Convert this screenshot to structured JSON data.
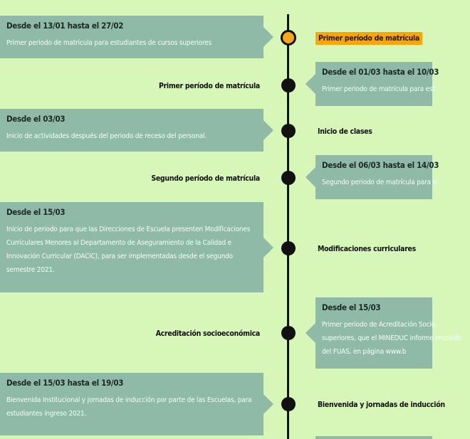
{
  "events": [
    {
      "side": "left",
      "active": true,
      "date": "Desde el 13/01 hasta el 27/02",
      "text": "Primer periodo de matrícula para estudiantes de cursos superiores",
      "label": "Primer período de matrícula"
    },
    {
      "side": "right",
      "active": false,
      "date": "Desde el 01/03 hasta el 10/03",
      "text": "Primer periodo de matrícula para est",
      "label": "Primer período de matrícula"
    },
    {
      "side": "left",
      "active": false,
      "date": "Desde el 03/03",
      "text": "Inicio de actividades después del periodo de receso del personal.",
      "label": "Inicio de clases"
    },
    {
      "side": "right",
      "active": false,
      "date": "Desde el 06/03 hasta el 14/03",
      "text": "Segundo periodo de matrícula para e",
      "label": "Segundo período de matrícula"
    },
    {
      "side": "left",
      "active": false,
      "date": "Desde el 15/03",
      "text": "Inicio de periodo para que las Direcciones de Escuela presenten Modificaciones Curriculares Menores al Departamento de Aseguramiento de la Calidad e Innovación Curricular (DACIC), para ser implementadas desde el segundo semestre 2021.",
      "label": "Modificaciones curriculares"
    },
    {
      "side": "right",
      "active": false,
      "date": "Desde el 15/03",
      "text": "Primer periodo de Acreditación Socio superiores, que el MINEDUC informe respaldo del FUAS, en página www.b",
      "label": "Acreditación socioeconómica"
    },
    {
      "side": "left",
      "active": false,
      "date": "Desde el 15/03 hasta el 19/03",
      "text": "Bienvenida Institucional y jornadas de inducción por parte de las Escuelas, para estudiantes ingreso 2021.",
      "label": "Bienvenida y jornadas de inducción"
    }
  ]
}
